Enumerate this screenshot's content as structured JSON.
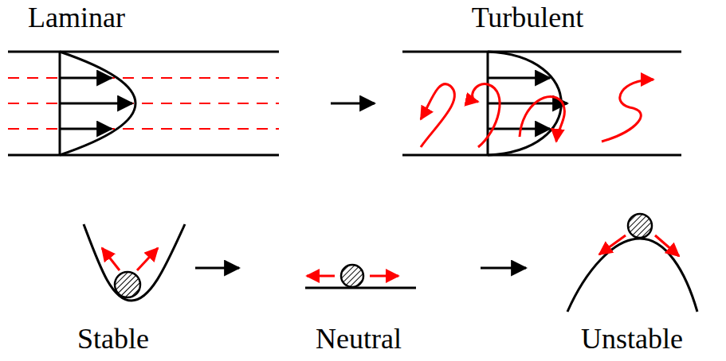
{
  "diagram": {
    "labels": [
      "Laminar",
      "Turbulent",
      "Stable",
      "Neutral",
      "Unstable"
    ]
  }
}
